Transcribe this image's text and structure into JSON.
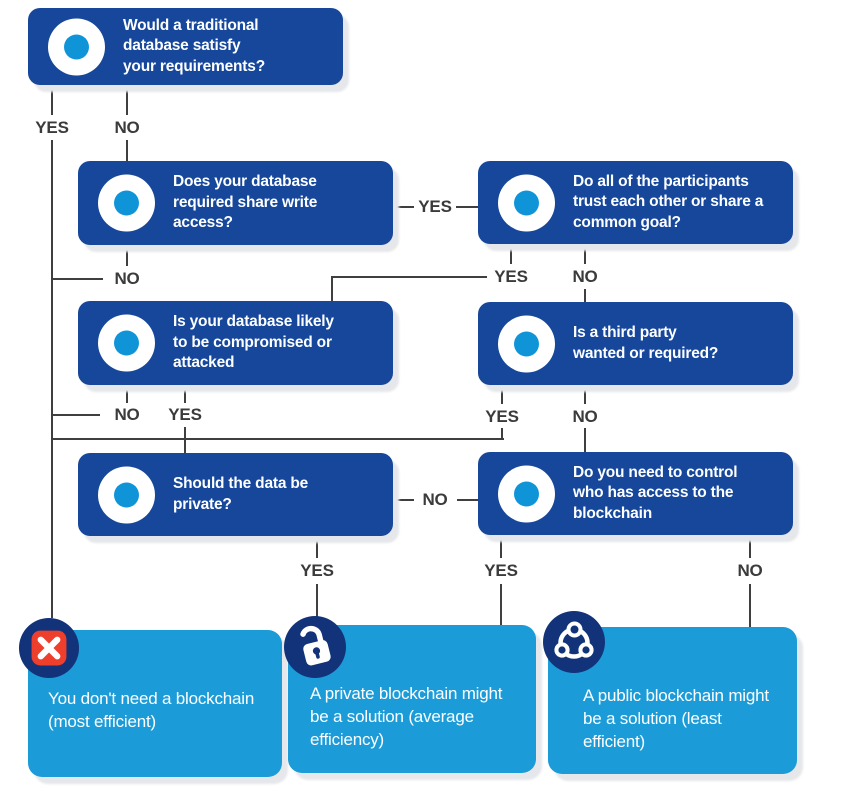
{
  "flowchart": {
    "questions": [
      {
        "id": "q1",
        "text": "Would a traditional\ndatabase satisfy\nyour requirements?"
      },
      {
        "id": "q2",
        "text": "Does your database\nrequired share write\naccess?"
      },
      {
        "id": "q3",
        "text": "Do all of the participants\ntrust each other or share a\ncommon goal?"
      },
      {
        "id": "q4",
        "text": "Is your database likely\nto be compromised or\nattacked"
      },
      {
        "id": "q5",
        "text": "Is a third party\nwanted or required?"
      },
      {
        "id": "q6",
        "text": "Should the data be\nprivate?"
      },
      {
        "id": "q7",
        "text": "Do you need to control\nwho has access to the\nblockchain"
      }
    ],
    "results": [
      {
        "id": "r1",
        "icon": "x-cross-icon",
        "text": "You don't need a blockchain\n(most efficient)"
      },
      {
        "id": "r2",
        "icon": "open-padlock-icon",
        "text": "A private blockchain might\nbe a solution (average\nefficiency)"
      },
      {
        "id": "r3",
        "icon": "share-network-icon",
        "text": "A public blockchain might\nbe a solution (least\nefficient)"
      }
    ],
    "edge_labels": [
      {
        "id": "q1-yes",
        "label": "YES"
      },
      {
        "id": "q1-no",
        "label": "NO"
      },
      {
        "id": "q2-yes",
        "label": "YES"
      },
      {
        "id": "q2-no",
        "label": "NO"
      },
      {
        "id": "q3-yes",
        "label": "YES"
      },
      {
        "id": "q3-no",
        "label": "NO"
      },
      {
        "id": "q4-no",
        "label": "NO"
      },
      {
        "id": "q4-yes",
        "label": "YES"
      },
      {
        "id": "q5-yes",
        "label": "YES"
      },
      {
        "id": "q5-no",
        "label": "NO"
      },
      {
        "id": "q6-no",
        "label": "NO"
      },
      {
        "id": "q6-yes",
        "label": "YES"
      },
      {
        "id": "q7-yes",
        "label": "YES"
      },
      {
        "id": "q7-no",
        "label": "NO"
      }
    ]
  },
  "colors": {
    "navy-box": "#16479B",
    "result-blue": "#1B9CD8",
    "dot-blue": "#0F94D8",
    "badge-navy": "#123379",
    "badge-red": "#EE3E2C",
    "line": "#3F3F3F",
    "label-text": "#3B3B3B",
    "shadow": "#E5E7EA",
    "text-white": "#FDFEFF"
  }
}
